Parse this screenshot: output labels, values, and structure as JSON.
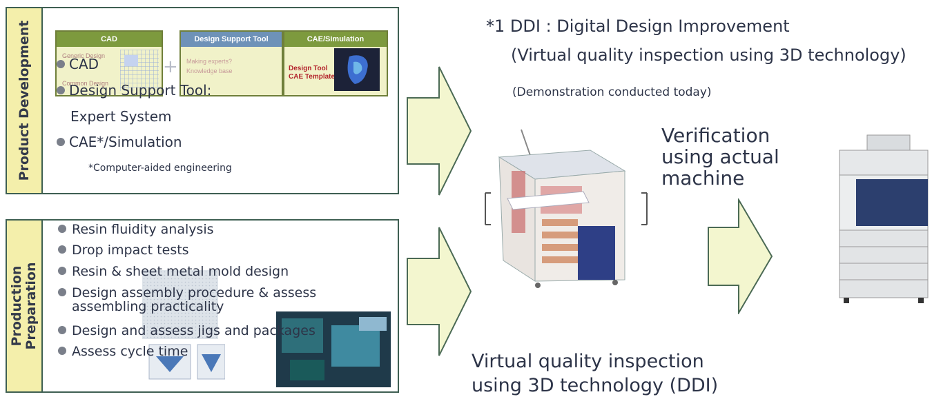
{
  "product_development": {
    "label": "Product Development",
    "thumbs": {
      "cad": {
        "header": "CAD",
        "ghost1": "Generic Design",
        "ghost2": "Common Design"
      },
      "design_support": {
        "header": "Design Support Tool",
        "ghost1": "Making experts?",
        "ghost2": "Knowledge base"
      },
      "cae": {
        "header": "CAE/Simulation",
        "line1": "Design Tool",
        "line2": "CAE Templates"
      }
    },
    "items": {
      "cad": "CAD",
      "design_support": "Design Support Tool:",
      "expert_system": "Expert System",
      "cae": "CAE*/Simulation"
    },
    "footnote": "*Computer-aided engineering"
  },
  "production_preparation": {
    "label_line1": "Production",
    "label_line2": "Preparation",
    "items": [
      "Resin fluidity analysis",
      "Drop impact tests",
      "Resin & sheet metal mold design",
      "Design assembly procedure & assess",
      "assembling practicality",
      "Design and assess jigs and packages",
      "Assess cycle time"
    ]
  },
  "ddi": {
    "title": "*1 DDI : Digital Design Improvement",
    "subtitle": "(Virtual quality inspection using 3D technology)",
    "demo_note": "(Demonstration conducted today)"
  },
  "verification": {
    "line1": "Verification",
    "line2": "using actual",
    "line3": "machine"
  },
  "virtual_inspection": {
    "line1": "Virtual quality inspection",
    "line2": "using 3D technology  (DDI)"
  },
  "colors": {
    "panel_border": "#3e5f52",
    "label_fill": "#f4efab",
    "arrow_fill": "#f3f6cf",
    "arrow_stroke": "#4b6a55",
    "text": "#2d3448"
  }
}
